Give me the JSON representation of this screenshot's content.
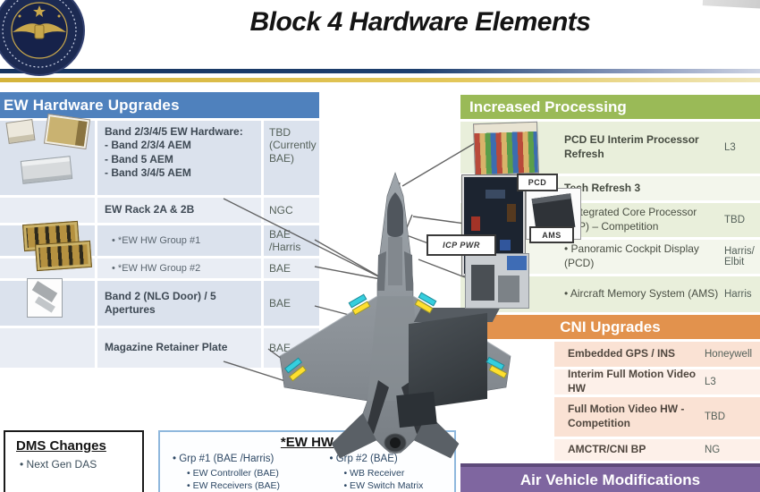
{
  "title": "Block 4 Hardware Elements",
  "colors": {
    "ew_header_blue": "#4f81bd",
    "processing_green": "#9aba57",
    "cni_orange": "#e2924d",
    "avm_purple": "#7f66a0",
    "navy_rule": "#16345f",
    "gold_rule": "#d4b33a"
  },
  "ew_hardware": {
    "header": "EW Hardware Upgrades",
    "rows": [
      {
        "lines": [
          "Band 2/3/4/5 EW Hardware:",
          "- Band 2/3/4 AEM",
          "- Band 5 AEM",
          "- Band 3/4/5 AEM"
        ],
        "supplier": "TBD (Currently BAE)"
      },
      {
        "lines": [
          "EW Rack 2A & 2B"
        ],
        "supplier": "NGC"
      },
      {
        "lines": [
          "•   *EW HW Group #1"
        ],
        "supplier": "BAE /Harris"
      },
      {
        "lines": [
          "•   *EW HW Group #2"
        ],
        "supplier": "BAE"
      },
      {
        "lines": [
          "Band 2 (NLG Door) / 5 Apertures"
        ],
        "supplier": "BAE"
      },
      {
        "lines": [
          "Magazine Retainer Plate"
        ],
        "supplier": "BAE"
      }
    ]
  },
  "processing": {
    "header": "Increased Processing",
    "rows": [
      {
        "item": "PCD EU Interim Processor Refresh",
        "supplier": "L3"
      },
      {
        "item": "Tech Refresh 3",
        "supplier": ""
      },
      {
        "item": "•   Integrated Core Processor (ICP) – Competition",
        "supplier": "TBD"
      },
      {
        "item": "•   Panoramic Cockpit Display (PCD)",
        "supplier": "Harris/ Elbit"
      },
      {
        "item": "•   Aircraft Memory System (AMS)",
        "supplier": "Harris"
      }
    ],
    "labels": {
      "pcd": "PCD",
      "ams": "AMS",
      "icp_pwr": "ICP PWR"
    }
  },
  "cni": {
    "header": "CNI Upgrades",
    "rows": [
      {
        "item": "Embedded GPS / INS",
        "supplier": "Honeywell"
      },
      {
        "item": "Interim Full Motion Video HW",
        "supplier": "L3"
      },
      {
        "item": "Full Motion Video HW - Competition",
        "supplier": "TBD"
      },
      {
        "item": "AMCTR/CNI BP",
        "supplier": "NG"
      }
    ]
  },
  "air_vehicle": {
    "header": "Air Vehicle Modifications"
  },
  "dms": {
    "title": "DMS Changes",
    "items": [
      "•   Next Gen DAS"
    ]
  },
  "ew_hw_box": {
    "title": "*EW HW",
    "col1": {
      "head": "•   Grp #1 (BAE /Harris)",
      "subs": [
        "•   EW Controller (BAE)",
        "•   EW Receivers (BAE)"
      ]
    },
    "col2": {
      "head": "•   Grp #2 (BAE)",
      "subs": [
        "•   WB Receiver",
        "•   EW Switch Matrix"
      ]
    }
  }
}
